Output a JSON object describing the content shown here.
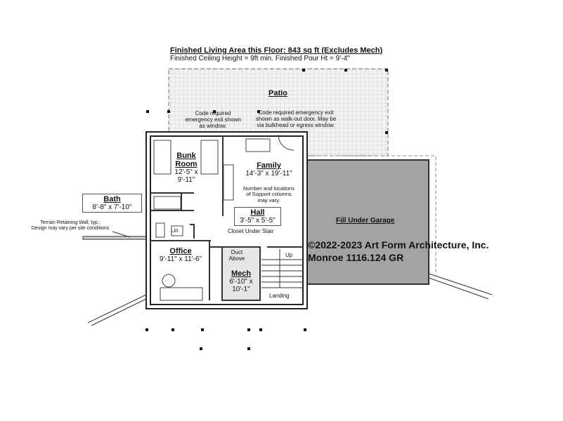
{
  "header": {
    "title": "Finished Living Area this Floor: 843 sq ft (Excludes Mech)",
    "subtitle": "Finished Ceiling Height = 9ft min. Finished Pour Ht = 9'-4\""
  },
  "notes": {
    "window_exit": [
      "Code required",
      "emergency exit shown",
      "as window."
    ],
    "door_exit": [
      "Code required emergency exit",
      "shown as walk-out door. May be",
      "via bulkhead or egress window."
    ],
    "columns": [
      "Number and locations",
      "of Support columns",
      "may vary."
    ],
    "retaining_wall": [
      "Terrain Retaining Wall, typ.;",
      "Design may vary per site conditions"
    ],
    "closet": "Closet Under Stair",
    "duct": [
      "Duct",
      "Above"
    ],
    "up": "Up",
    "landing": "Landing",
    "lin": "Lin"
  },
  "rooms": {
    "patio": {
      "name": "Patio"
    },
    "bunk": {
      "name": [
        "Bunk",
        "Room"
      ],
      "size": [
        "12'-5\" x",
        "9'-11\""
      ]
    },
    "family": {
      "name": "Family",
      "size": "14'-3\" x 19'-11\""
    },
    "hall": {
      "name": "Hall",
      "size": "3'-5\" x 5'-5\""
    },
    "bath": {
      "name": "Bath",
      "size": "8'-8\" x 7'-10\""
    },
    "office": {
      "name": "Office",
      "size": "9'-11\" x 11'-6\""
    },
    "mech": {
      "name": "Mech",
      "size": [
        "6'-10\" x",
        "10'-1\""
      ]
    },
    "garage": {
      "name": "Fill Under Garage"
    }
  },
  "copyright": {
    "line1": "©2022-2023 Art Form Architecture, Inc.",
    "line2": "Monroe 1116.124 GR"
  },
  "colors": {
    "garage_fill": "#a3a3a3",
    "mech_fill": "#e6e6e6",
    "wall": "#333333"
  }
}
